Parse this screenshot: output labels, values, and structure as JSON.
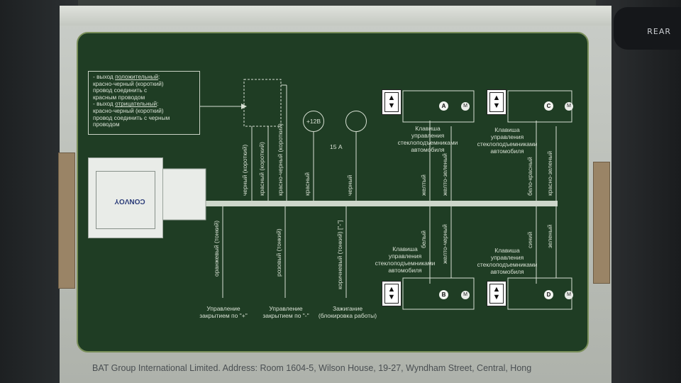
{
  "stalk_label": "REAR",
  "footer": "BAT Group International Limited. Address: Room 1604-5, Wilson House, 19-27, Wyndham Street, Central, Hong",
  "info_box": {
    "line1_prefix": "- выход ",
    "line1_u": "положительный",
    "line1_suffix": ":",
    "line2": "красно-черный (короткий)",
    "line3": "провод соединить с",
    "line4": "красным проводом",
    "line5_prefix": "- выход ",
    "line5_u": "отрицательный",
    "line5_suffix": ":",
    "line6": "красно-черный (короткий)",
    "line7": "провод соединить с черным",
    "line8": "проводом"
  },
  "module_logo": "CONVOY",
  "fuse": {
    "cap_label": "+12В",
    "rating": "15 А"
  },
  "wires_top": {
    "w1": "черный (короткий)",
    "w2": "красный (короткий)",
    "w3": "красно-черный (короткий)",
    "w4": "красный",
    "w5": "черный",
    "w6": "желтый",
    "w7": "желто-зеленый",
    "w8": "бело-красный",
    "w9": "красно-зеленый"
  },
  "wires_bottom": {
    "b1": "оранжевый (тонкий)",
    "b2": "розовый (тонкий)",
    "b3": "коричневый (тонкий) [\"-\"]",
    "b4": "белый",
    "b5": "желто-черный",
    "b6": "синий",
    "b7": "зеленый"
  },
  "switch_caption": "Клавиша\nуправления\nстеклоподъемниками\nавтомобиля",
  "switch_letters": {
    "a": "A",
    "b": "B",
    "c": "C",
    "d": "D"
  },
  "motor_label": "M",
  "bottom_labels": {
    "lock_plus": "Управление\nзакрытием по \"+\"",
    "lock_minus": "Управление\nзакрытием по \"-\"",
    "ignition": "Зажигание\n(блокировка работы)"
  }
}
